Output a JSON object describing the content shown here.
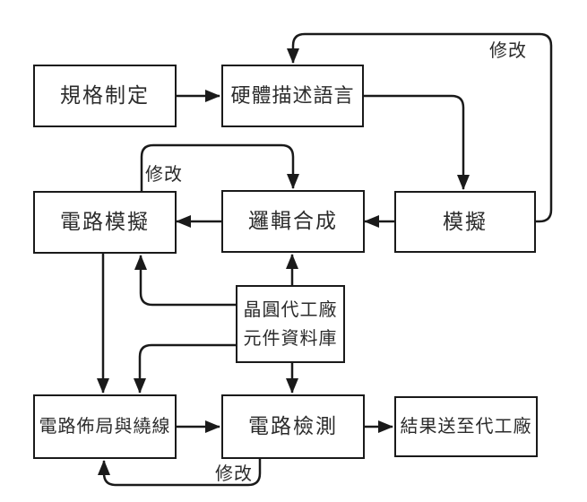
{
  "diagram": {
    "colors": {
      "line": "#1a1a1a",
      "background": "#ffffff",
      "text": "#2b2b2b"
    },
    "nodes": {
      "spec": {
        "label": "規格制定"
      },
      "hdl": {
        "label": "硬體描述語言"
      },
      "circuit_sim": {
        "label": "電路模擬"
      },
      "logic_synth": {
        "label": "邏輯合成"
      },
      "sim": {
        "label": "模擬"
      },
      "library": {
        "line1": "晶圓代工廠",
        "line2": "元件資料庫"
      },
      "layout": {
        "label": "電路佈局與繞線"
      },
      "test": {
        "label": "電路檢測"
      },
      "result": {
        "label": "結果送至代工廠"
      }
    },
    "edges": [
      {
        "from": "spec",
        "to": "hdl",
        "label": ""
      },
      {
        "from": "hdl",
        "to": "sim",
        "label": ""
      },
      {
        "from": "sim",
        "to": "logic_synth",
        "label": ""
      },
      {
        "from": "logic_synth",
        "to": "circuit_sim",
        "label": ""
      },
      {
        "from": "circuit_sim",
        "to": "logic_synth",
        "label": "修改"
      },
      {
        "from": "sim",
        "to": "hdl",
        "label": "修改"
      },
      {
        "from": "library",
        "to": "logic_synth",
        "label": ""
      },
      {
        "from": "library",
        "to": "test",
        "label": ""
      },
      {
        "from": "library",
        "to": "circuit_sim",
        "label": ""
      },
      {
        "from": "library",
        "to": "layout",
        "label": ""
      },
      {
        "from": "circuit_sim",
        "to": "layout",
        "label": ""
      },
      {
        "from": "layout",
        "to": "test",
        "label": ""
      },
      {
        "from": "test",
        "to": "result",
        "label": ""
      },
      {
        "from": "test",
        "to": "layout",
        "label": "修改"
      }
    ]
  }
}
